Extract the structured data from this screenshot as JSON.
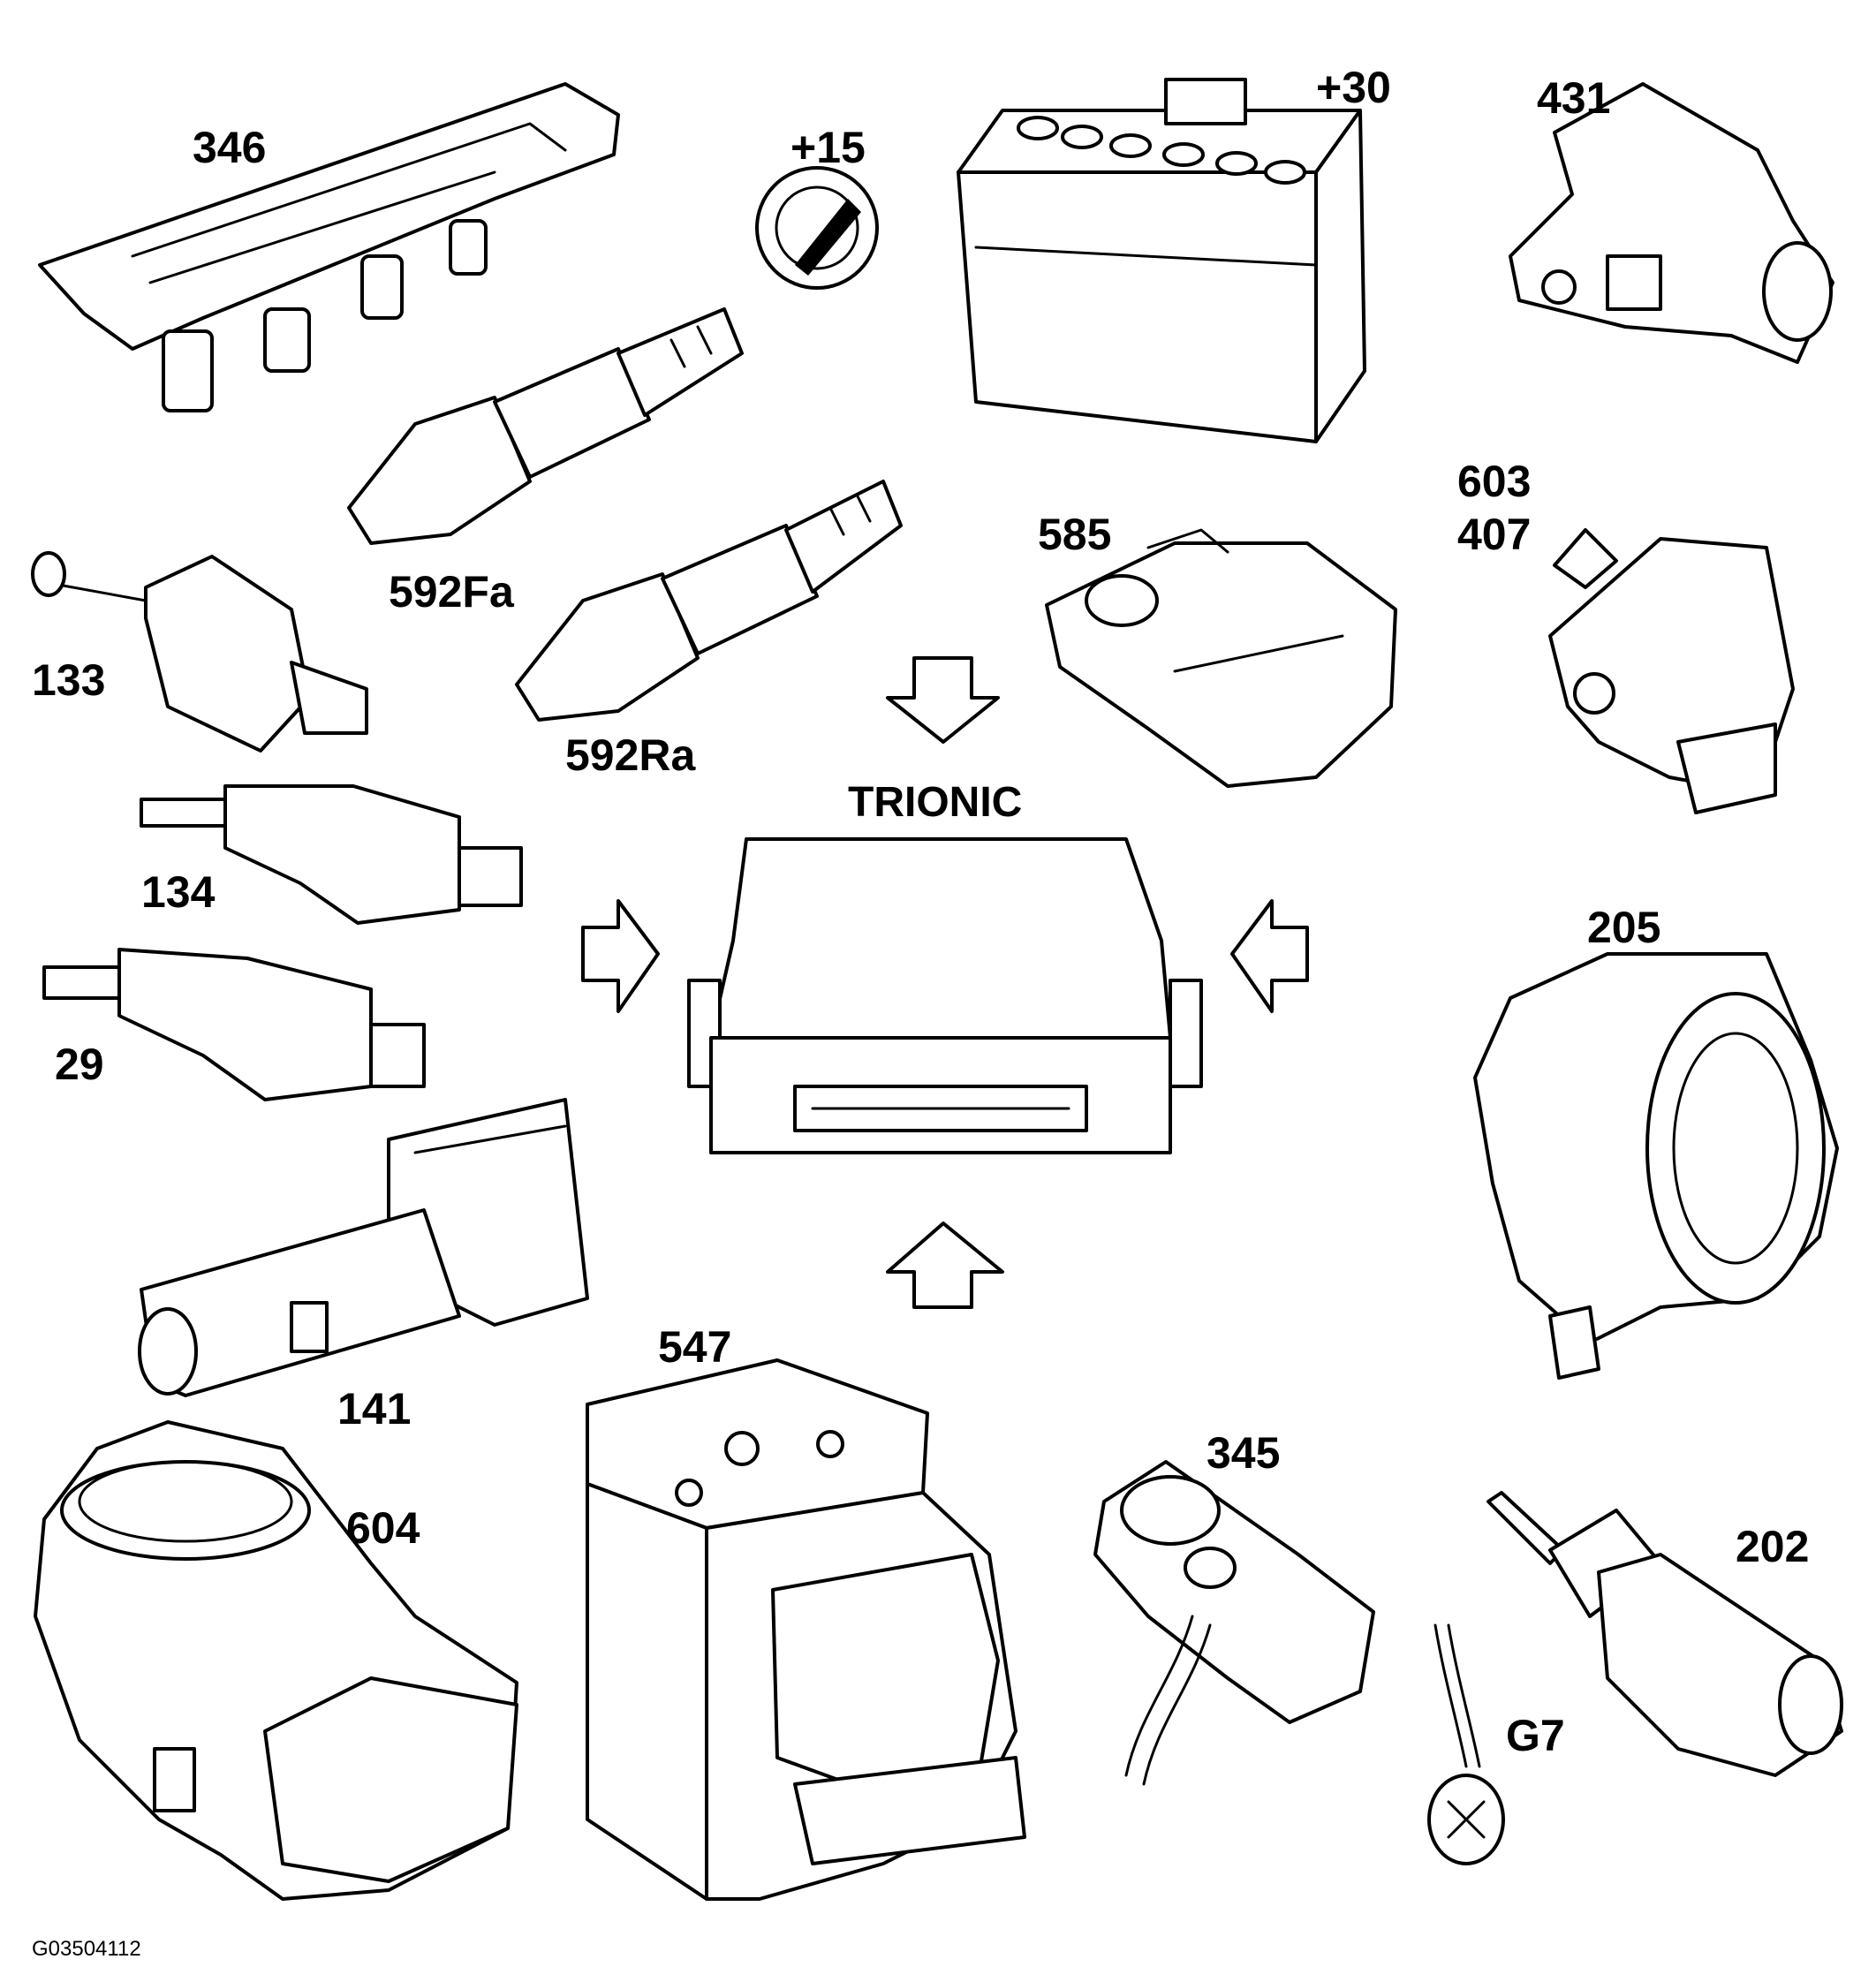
{
  "diagram": {
    "center_label": "TRIONIC",
    "reference_code": "G03504112",
    "components": [
      {
        "id": "346",
        "label": "346"
      },
      {
        "id": "+15",
        "label": "+15"
      },
      {
        "id": "+30",
        "label": "+30"
      },
      {
        "id": "431",
        "label": "431"
      },
      {
        "id": "592Fa",
        "label": "592Fa"
      },
      {
        "id": "592Ra",
        "label": "592Ra"
      },
      {
        "id": "585",
        "label": "585"
      },
      {
        "id": "603",
        "label": "603"
      },
      {
        "id": "407",
        "label": "407"
      },
      {
        "id": "133",
        "label": "133"
      },
      {
        "id": "134",
        "label": "134"
      },
      {
        "id": "29",
        "label": "29"
      },
      {
        "id": "141",
        "label": "141"
      },
      {
        "id": "205",
        "label": "205"
      },
      {
        "id": "547",
        "label": "547"
      },
      {
        "id": "345",
        "label": "345"
      },
      {
        "id": "202",
        "label": "202"
      },
      {
        "id": "604",
        "label": "604"
      },
      {
        "id": "G7",
        "label": "G7"
      }
    ],
    "icons": [
      "ignition-switch-icon",
      "battery-icon",
      "ecu-icon",
      "arrow-icon"
    ]
  }
}
